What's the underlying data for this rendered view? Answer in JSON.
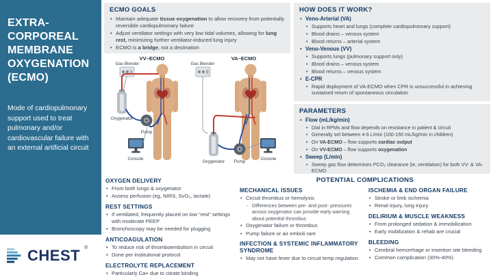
{
  "colors": {
    "sidebar_blue": "#2b6c8f",
    "heading_navy": "#153a64",
    "body_text": "#3a444f",
    "panel_gray": "#e9ebec",
    "artery_red": "#bf3a2e",
    "vein_blue": "#2e4f9c",
    "logo_navy": "#1d3160"
  },
  "sidebar": {
    "title_lines": [
      "EXTRA-",
      "CORPOREAL",
      "MEMBRANE",
      "OXYGENATION",
      "(ECMO)"
    ],
    "description": "Mode of cardiopulmonary support used to treat pulmonary and/or cardiovascular failure with an external artificial circuit"
  },
  "logo": {
    "text": "CHEST",
    "reg": "®"
  },
  "goals": {
    "title": "ECMO GOALS",
    "items": [
      [
        {
          "t": "Maintain adequate "
        },
        {
          "t": "tissue oxygenation",
          "b": true
        },
        {
          "t": " to allow recovery from potentially reversible cardiopulmonary failure"
        }
      ],
      [
        {
          "t": "Adjust ventilator settings with very low tidal volumes, allowing for "
        },
        {
          "t": "lung rest,",
          "b": true
        },
        {
          "t": " minimizing further ventilator-induced lung injury"
        }
      ],
      [
        {
          "t": "ECMO is "
        },
        {
          "t": "a bridge",
          "b": true
        },
        {
          "t": ", not a destination"
        }
      ]
    ]
  },
  "how_it_works": {
    "title": "HOW DOES IT WORK?",
    "sections": [
      {
        "heading": "Veno-Arterial (VA)",
        "items": [
          "Supports heart and lungs (complete cardiopulmonary support)",
          "Blood drains – venous system",
          "Blood returns – arterial system"
        ]
      },
      {
        "heading": "Veno-Venous (VV)",
        "items": [
          "Supports lungs (pulmonary support only)",
          "Blood drains – venous system",
          "Blood returns – venous system"
        ]
      },
      {
        "heading": "E-CPR",
        "items": [
          "Rapid deployment of VA-ECMO when CPR is unsuccessful in achieving sustained return of spontaneous circulation"
        ]
      }
    ]
  },
  "parameters": {
    "title": "PARAMETERS",
    "groups": [
      {
        "heading": [
          {
            "t": "Flow",
            "b": true
          },
          {
            "t": " (mL/kg/min)"
          }
        ],
        "items": [
          [
            {
              "t": "Dial in RPMs and flow depends on resistance in patient & circuit"
            }
          ],
          [
            {
              "t": "Generally set between 4-6 L/min (100-150 mL/kg/min in children)"
            }
          ],
          [
            {
              "t": "On "
            },
            {
              "t": "VA-ECMO",
              "b": true
            },
            {
              "t": " – flow supports "
            },
            {
              "t": "cardiac output",
              "b": true
            }
          ],
          [
            {
              "t": "On "
            },
            {
              "t": "VV-ECMO",
              "b": true
            },
            {
              "t": " – flow supports "
            },
            {
              "t": "oxygenation",
              "b": true
            }
          ]
        ]
      },
      {
        "heading": [
          {
            "t": "Sweep",
            "b": true
          },
          {
            "t": " (L/min)"
          }
        ],
        "items": [
          [
            {
              "t": "Sweep gas flow determines PCO₂ clearance (ie, ventilation) for both VV- & VA-ECMO"
            }
          ]
        ]
      }
    ]
  },
  "diagram": {
    "vv_label": "VV–ECMO",
    "va_label": "VA–ECMO",
    "labels": {
      "gas_blender": "Gas Blender",
      "oxygenator": "Oxygenator",
      "pump": "Pump",
      "console": "Console"
    }
  },
  "care": {
    "sections": [
      {
        "title": "OXYGEN DELIVERY",
        "items": [
          "From both lungs & oxygenator",
          "Assess perfusion (eg, NIRS, SvO₂, lactate)"
        ]
      },
      {
        "title": "REST SETTINGS",
        "items": [
          "If ventilated, frequently placed on low “rest” settings with moderate PEEP",
          "Bronchoscopy may be needed for plugging"
        ]
      },
      {
        "title": "ANTICOAGULATION",
        "items": [
          "To reduce risk of thromboembolism in circuit",
          "Done per institutional protocol"
        ]
      },
      {
        "title": "ELECTROLYTE REPLACEMENT",
        "items": [
          "Particularly Ca+ due to citrate binding"
        ]
      }
    ]
  },
  "complications": {
    "title": "POTENTIAL COMPLICATIONS",
    "left_column": [
      {
        "title": "MECHANICAL ISSUES",
        "items": [
          {
            "text": "Circuit thrombus or hemolysis",
            "subitems": [
              "Differences between pre- and post- pressures across oxygenator can provide early warning about potential thrombus"
            ]
          },
          {
            "text": "Oxygenator failure or thrombus"
          },
          {
            "text": "Pump failure or air emboli rare"
          }
        ]
      },
      {
        "title": "INFECTION & SYSTEMIC INFLAMMATORY SYNDROME",
        "items": [
          {
            "text": "May not have fever due to circuit temp regulation"
          }
        ]
      }
    ],
    "right_column": [
      {
        "title": "ISCHEMIA & END ORGAN FAILURE",
        "items": [
          {
            "text": "Stroke or limb ischemia"
          },
          {
            "text": "Renal injury, lung injury"
          }
        ]
      },
      {
        "title": "DELIRIUM & MUSCLE WEAKNESS",
        "items": [
          {
            "text": "From prolonged sedation & immobilization"
          },
          {
            "text": "Early mobilization & rehab are crucial"
          }
        ]
      },
      {
        "title": "BLEEDING",
        "items": [
          {
            "text": "Cerebral hemorrhage or insertion site bleeding"
          },
          {
            "text": "Common complication (30%-40%)"
          }
        ]
      }
    ]
  }
}
